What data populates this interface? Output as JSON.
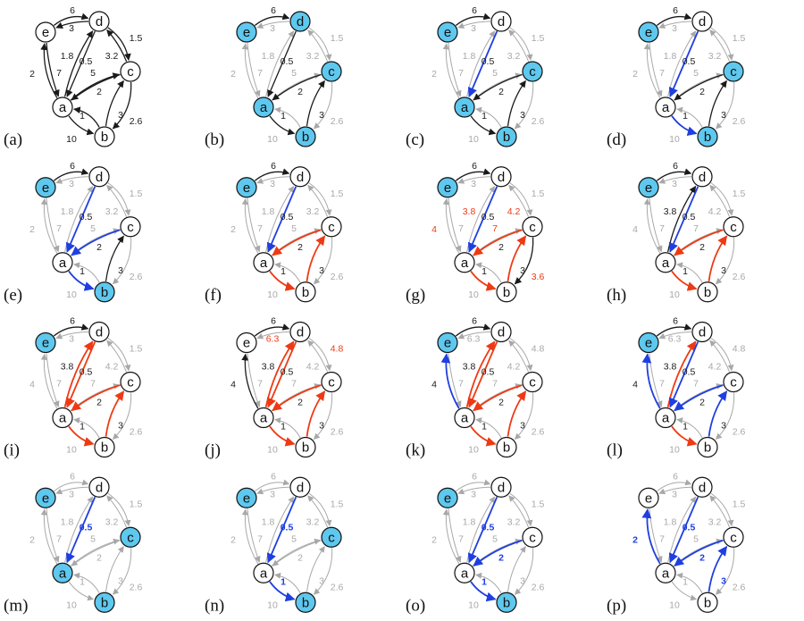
{
  "colors": {
    "black": "#1a1a1a",
    "gray": "#a8a8a8",
    "blue": "#1f3fe0",
    "red": "#ee3a14",
    "node_fill": "#ffffff",
    "node_highlight": "#5ec8ee"
  },
  "nodes": [
    "a",
    "b",
    "c",
    "d",
    "e"
  ],
  "edges": [
    {
      "id": "e-d",
      "from": "e",
      "to": "d",
      "label": "6"
    },
    {
      "id": "d-e",
      "from": "d",
      "to": "e",
      "label": "3"
    },
    {
      "id": "d-c",
      "from": "d",
      "to": "c",
      "label": "1.5"
    },
    {
      "id": "a-e",
      "from": "a",
      "to": "e",
      "label": "2"
    },
    {
      "id": "a-d",
      "from": "a",
      "to": "d",
      "label": "1.8"
    },
    {
      "id": "d-a",
      "from": "d",
      "to": "a",
      "label": "0.5"
    },
    {
      "id": "c-d",
      "from": "c",
      "to": "d",
      "label": "3.2"
    },
    {
      "id": "e-a",
      "from": "e",
      "to": "a",
      "label": "7"
    },
    {
      "id": "a-c",
      "from": "a",
      "to": "c",
      "label": "5"
    },
    {
      "id": "c-a",
      "from": "c",
      "to": "a",
      "label": "2"
    },
    {
      "id": "a-b",
      "from": "a",
      "to": "b",
      "label": "1"
    },
    {
      "id": "b-c",
      "from": "b",
      "to": "c",
      "label": "3"
    },
    {
      "id": "b-a",
      "from": "b",
      "to": "a",
      "label": "10"
    },
    {
      "id": "c-b",
      "from": "c",
      "to": "b",
      "label": "2.6"
    }
  ],
  "panels": [
    {
      "label": "(a)",
      "highlight": [],
      "edges": {
        "e-d": "k",
        "d-e": "k",
        "d-c": "k",
        "a-e": "k",
        "a-d": "k",
        "d-a": "k",
        "c-d": "k",
        "e-a": "k",
        "a-c": "k",
        "c-a": "k",
        "a-b": "k",
        "b-c": "k",
        "b-a": "k",
        "c-b": "k"
      },
      "labels": {},
      "bold": []
    },
    {
      "label": "(b)",
      "highlight": [
        "a",
        "b",
        "c",
        "d",
        "e"
      ],
      "edges": {
        "e-d": "k",
        "d-e": "g",
        "d-c": "g",
        "a-e": "g",
        "a-d": "g",
        "d-a": "k",
        "c-d": "g",
        "e-a": "g",
        "a-c": "g",
        "c-a": "k",
        "a-b": "k",
        "b-c": "k",
        "b-a": "g",
        "c-b": "g"
      },
      "labels": {},
      "bold": []
    },
    {
      "label": "(c)",
      "highlight": [
        "a",
        "b",
        "c",
        "e"
      ],
      "edges": {
        "e-d": "k",
        "d-e": "g",
        "d-c": "g",
        "a-e": "g",
        "a-d": "g",
        "d-a": "b",
        "c-d": "g",
        "e-a": "g",
        "a-c": "g",
        "c-a": "k",
        "a-b": "k",
        "b-c": "k",
        "b-a": "g",
        "c-b": "g"
      },
      "labels": {},
      "bold": []
    },
    {
      "label": "(d)",
      "highlight": [
        "b",
        "c",
        "e"
      ],
      "edges": {
        "e-d": "k",
        "d-e": "g",
        "d-c": "g",
        "a-e": "g",
        "a-d": "g",
        "d-a": "b",
        "c-d": "g",
        "e-a": "g",
        "a-c": "g",
        "c-a": "k",
        "a-b": "b",
        "b-c": "k",
        "b-a": "g",
        "c-b": "g"
      },
      "labels": {},
      "bold": []
    },
    {
      "label": "(e)",
      "highlight": [
        "b",
        "e"
      ],
      "edges": {
        "e-d": "k",
        "d-e": "g",
        "d-c": "g",
        "a-e": "g",
        "a-d": "g",
        "d-a": "b",
        "c-d": "g",
        "e-a": "g",
        "a-c": "g",
        "c-a": "b",
        "a-b": "b",
        "b-c": "k",
        "b-a": "g",
        "c-b": "g"
      },
      "labels": {},
      "bold": []
    },
    {
      "label": "(f)",
      "highlight": [
        "e"
      ],
      "edges": {
        "e-d": "k",
        "d-e": "g",
        "d-c": "g",
        "a-e": "g",
        "a-d": "g",
        "d-a": "b",
        "c-d": "g",
        "e-a": "g",
        "a-c": "g",
        "c-a": "r",
        "a-b": "r",
        "b-c": "r",
        "b-a": "g",
        "c-b": "g"
      },
      "labels": {},
      "bold": []
    },
    {
      "label": "(g)",
      "highlight": [
        "e"
      ],
      "edges": {
        "e-d": "k",
        "d-e": "g",
        "d-c": "g",
        "a-e": "g",
        "a-d": "g",
        "d-a": "b",
        "c-d": "g",
        "e-a": "g",
        "a-c": "g",
        "c-a": "r",
        "a-b": "r",
        "b-c": "r",
        "b-a": "g",
        "c-b": "k"
      },
      "labels": {
        "a-e": "4",
        "a-d": "3.8",
        "c-d": "4.2",
        "a-c": "7",
        "c-b": "3.6"
      },
      "label_colors": {
        "a-e": "r",
        "a-d": "r",
        "c-d": "r",
        "a-c": "r",
        "c-b": "r"
      },
      "bold": []
    },
    {
      "label": "(h)",
      "highlight": [
        "e"
      ],
      "edges": {
        "e-d": "k",
        "d-e": "g",
        "d-c": "g",
        "a-e": "g",
        "a-d": "k",
        "d-a": "b",
        "c-d": "g",
        "e-a": "g",
        "a-c": "g",
        "c-a": "r",
        "a-b": "r",
        "b-c": "r",
        "b-a": "g",
        "c-b": "g"
      },
      "labels": {
        "a-e": "4",
        "a-d": "3.8",
        "c-d": "4.2",
        "a-c": "7"
      },
      "bold": []
    },
    {
      "label": "(i)",
      "highlight": [
        "e"
      ],
      "edges": {
        "e-d": "k",
        "d-e": "g",
        "d-c": "g",
        "a-e": "g",
        "a-d": "r",
        "d-a": "r",
        "c-d": "g",
        "e-a": "g",
        "a-c": "g",
        "c-a": "r",
        "a-b": "r",
        "b-c": "r",
        "b-a": "g",
        "c-b": "g"
      },
      "labels": {
        "a-e": "4",
        "a-d": "3.8",
        "c-d": "4.2",
        "a-c": "7"
      },
      "bold": []
    },
    {
      "label": "(j)",
      "highlight": [],
      "edges": {
        "e-d": "k",
        "d-e": "g",
        "d-c": "g",
        "a-e": "k",
        "a-d": "r",
        "d-a": "r",
        "c-d": "g",
        "e-a": "g",
        "a-c": "g",
        "c-a": "r",
        "a-b": "r",
        "b-c": "r",
        "b-a": "g",
        "c-b": "g"
      },
      "labels": {
        "d-e": "6.3",
        "d-c": "4.8",
        "a-e": "4",
        "a-d": "3.8",
        "c-d": "4.2",
        "a-c": "7"
      },
      "label_colors": {
        "d-e": "r",
        "d-c": "r"
      },
      "bold": []
    },
    {
      "label": "(k)",
      "highlight": [
        "e"
      ],
      "edges": {
        "e-d": "k",
        "d-e": "g",
        "d-c": "g",
        "a-e": "b",
        "a-d": "r",
        "d-a": "r",
        "c-d": "g",
        "e-a": "g",
        "a-c": "g",
        "c-a": "r",
        "a-b": "r",
        "b-c": "r",
        "b-a": "g",
        "c-b": "g"
      },
      "labels": {
        "d-e": "6.3",
        "d-c": "4.8",
        "a-e": "4",
        "a-d": "3.8",
        "c-d": "4.2",
        "a-c": "7"
      },
      "bold": []
    },
    {
      "label": "(l)",
      "highlight": [
        "e"
      ],
      "edges": {
        "e-d": "k",
        "d-e": "g",
        "d-c": "g",
        "a-e": "b",
        "a-d": "r",
        "d-a": "b",
        "c-d": "g",
        "e-a": "g",
        "a-c": "g",
        "c-a": "b",
        "a-b": "r",
        "b-c": "b",
        "b-a": "g",
        "c-b": "g"
      },
      "labels": {
        "d-e": "6.3",
        "d-c": "4.8",
        "a-e": "4",
        "a-d": "3.8",
        "c-d": "4.2",
        "a-c": "7"
      },
      "bold": []
    },
    {
      "label": "(m)",
      "highlight": [
        "a",
        "b",
        "c",
        "e"
      ],
      "edges": {
        "e-d": "g",
        "d-e": "g",
        "d-c": "g",
        "a-e": "g",
        "a-d": "g",
        "d-a": "b",
        "c-d": "g",
        "e-a": "g",
        "a-c": "g",
        "c-a": "g",
        "a-b": "g",
        "b-c": "g",
        "b-a": "g",
        "c-b": "g"
      },
      "labels": {},
      "bold": [
        "d-a"
      ]
    },
    {
      "label": "(n)",
      "highlight": [
        "b",
        "c",
        "e"
      ],
      "edges": {
        "e-d": "g",
        "d-e": "g",
        "d-c": "g",
        "a-e": "g",
        "a-d": "g",
        "d-a": "b",
        "c-d": "g",
        "e-a": "g",
        "a-c": "g",
        "c-a": "g",
        "a-b": "b",
        "b-c": "g",
        "b-a": "g",
        "c-b": "g"
      },
      "labels": {},
      "bold": [
        "d-a",
        "a-b"
      ]
    },
    {
      "label": "(o)",
      "highlight": [
        "b",
        "e"
      ],
      "edges": {
        "e-d": "g",
        "d-e": "g",
        "d-c": "g",
        "a-e": "g",
        "a-d": "g",
        "d-a": "b",
        "c-d": "g",
        "e-a": "g",
        "a-c": "g",
        "c-a": "b",
        "a-b": "b",
        "b-c": "g",
        "b-a": "g",
        "c-b": "g"
      },
      "labels": {},
      "bold": [
        "d-a",
        "a-b",
        "c-a"
      ]
    },
    {
      "label": "(p)",
      "highlight": [],
      "edges": {
        "e-d": "g",
        "d-e": "g",
        "d-c": "g",
        "a-e": "b",
        "a-d": "g",
        "d-a": "b",
        "c-d": "g",
        "e-a": "g",
        "a-c": "g",
        "c-a": "b",
        "a-b": "g",
        "b-c": "b",
        "b-a": "g",
        "c-b": "g"
      },
      "labels": {},
      "bold": [
        "d-a",
        "c-a",
        "a-e",
        "b-c"
      ]
    }
  ]
}
